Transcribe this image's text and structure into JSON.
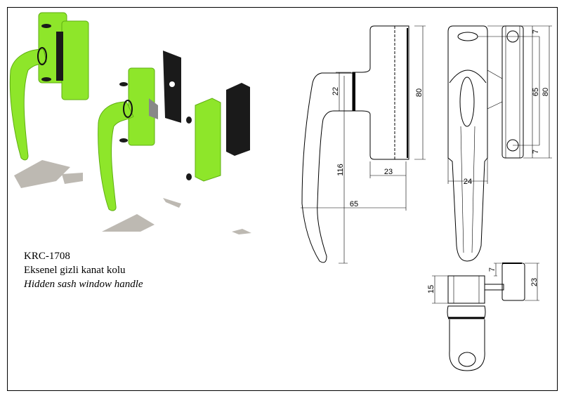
{
  "product": {
    "code": "KRC-1708",
    "name_tr": "Eksenel gizli kanat kolu",
    "name_en": "Hidden sash window handle"
  },
  "colors": {
    "handle": "#8ee62a",
    "handle_dark": "#5fae12",
    "parts_black": "#1a1a1a",
    "shadow": "#bdb9b2"
  },
  "dimensions": {
    "side_height": "80",
    "neck_height": "22",
    "handle_length": "116",
    "base_depth": "23",
    "total_depth": "65",
    "front_width": "24",
    "hole_top_offset": "7",
    "hole_spacing": "65",
    "plate_height": "80",
    "hole_bottom_offset": "7",
    "bottom_height": "15",
    "bottom_plate_height": "23",
    "bottom_offset": "7"
  }
}
